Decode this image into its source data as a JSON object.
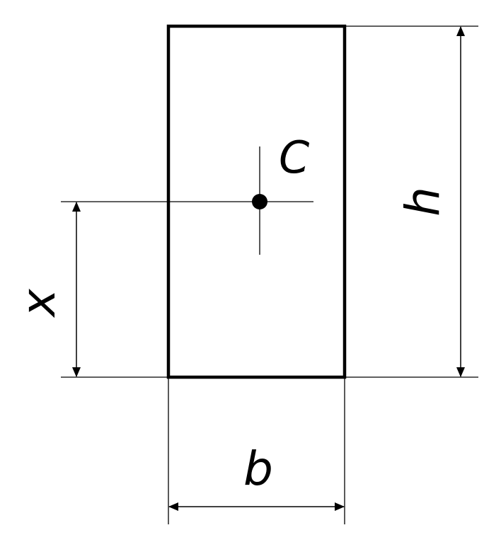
{
  "labels": {
    "centroid": "C",
    "height": "h",
    "width": "b",
    "offset": "x"
  },
  "colors": {
    "ink": "#000000",
    "paper": "#ffffff"
  }
}
